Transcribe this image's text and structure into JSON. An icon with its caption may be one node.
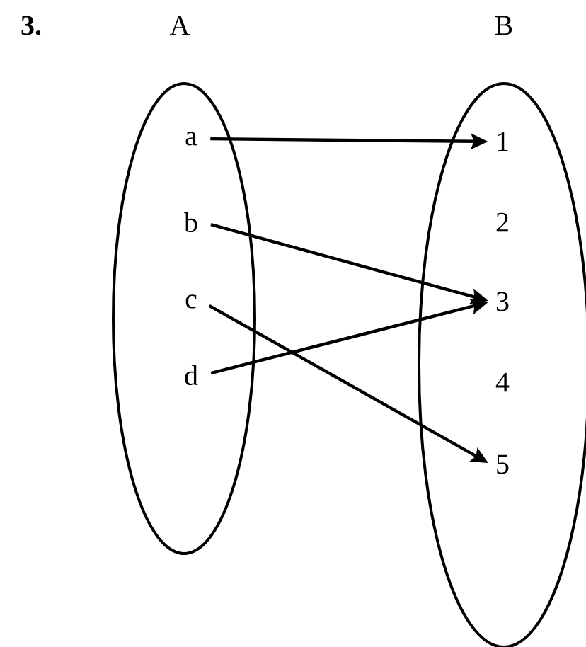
{
  "diagram": {
    "title": "3.",
    "nodes": [
      {
        "text": [
          "A"
        ]
      },
      {
        "text": [
          "B"
        ]
      },
      {
        "text": [
          "a"
        ],
        "in": 0
      },
      {
        "text": [
          "b"
        ],
        "in": 0
      },
      {
        "text": [
          "c"
        ],
        "in": 0
      },
      {
        "text": [
          "d"
        ],
        "in": 0
      },
      {
        "text": [
          "1"
        ],
        "in": 1
      },
      {
        "text": [
          "2"
        ],
        "in": 1
      },
      {
        "text": [
          "3"
        ],
        "in": 1
      },
      {
        "text": [
          "4"
        ],
        "in": 1
      },
      {
        "text": [
          "5"
        ],
        "in": 1
      }
    ],
    "edges": [
      {
        "from": 2,
        "to": 6,
        "arrow": "to"
      },
      {
        "from": 3,
        "to": 8,
        "arrow": "to"
      },
      {
        "from": 4,
        "to": 10,
        "arrow": "to"
      },
      {
        "from": 5,
        "to": 8,
        "arrow": "to"
      }
    ]
  }
}
